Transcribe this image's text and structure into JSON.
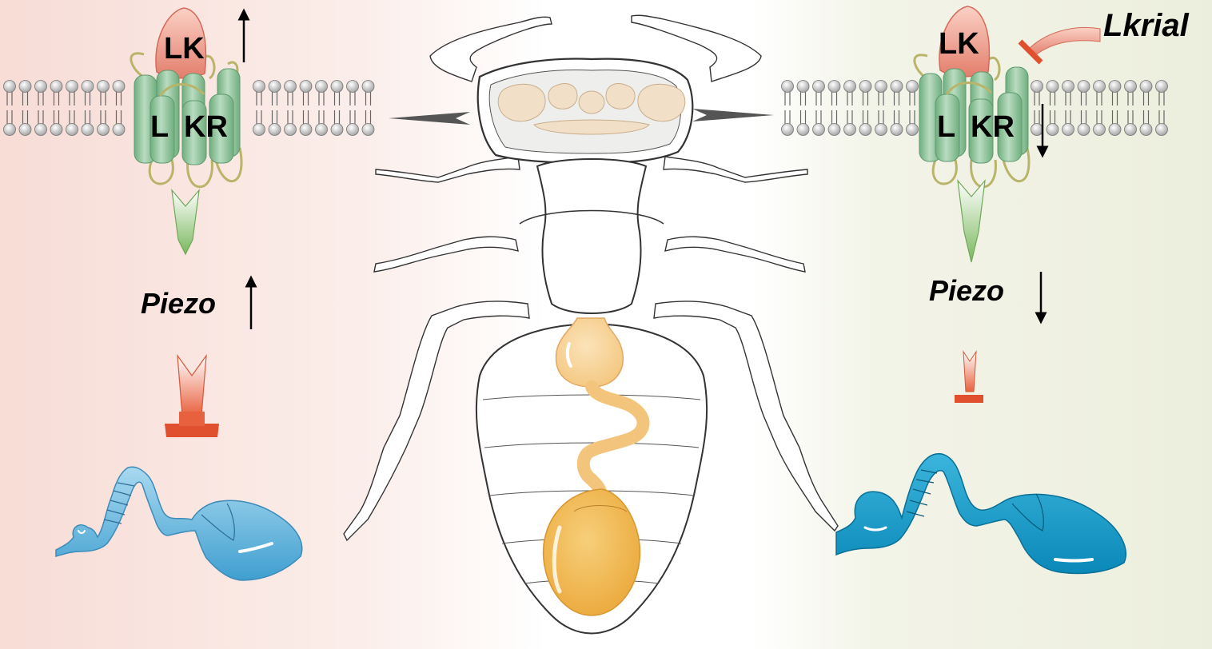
{
  "labels": {
    "left": {
      "ligand": "LK",
      "receptor_part1": "L",
      "receptor_part2": "KR",
      "gene": "Piezo"
    },
    "right": {
      "ligand": "LK",
      "receptor_part1": "L",
      "receptor_part2": "KR",
      "gene": "Piezo",
      "drug": "Lkrial"
    }
  },
  "colors": {
    "left_background": "#f8dcd6",
    "right_background": "#eceedd",
    "ligand": "#e8897a",
    "receptor": "#8fc49a",
    "inhibitor": "#e0502f",
    "ovary_left": "#7fc3e6",
    "ovary_right": "#1aa0cc",
    "crop": "#f0b548"
  }
}
